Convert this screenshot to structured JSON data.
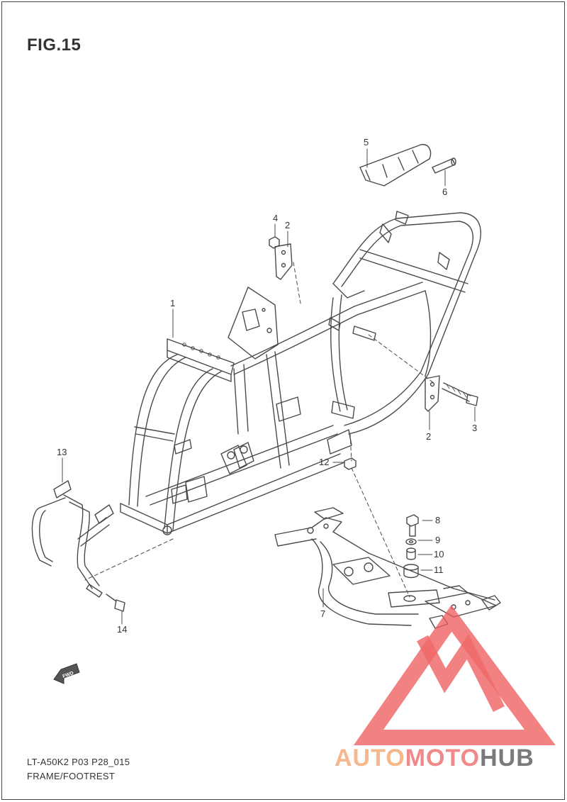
{
  "figure": {
    "title": "FIG.15"
  },
  "callouts": [
    "1",
    "2",
    "2",
    "3",
    "4",
    "5",
    "6",
    "7",
    "8",
    "9",
    "10",
    "11",
    "12",
    "13",
    "14"
  ],
  "footer": {
    "code": "LT-A50K2 P03 P28_015",
    "caption": "FRAME/FOOTREST"
  },
  "direction_badge": {
    "label": "FWD"
  },
  "watermark": {
    "word_a": "AUTO",
    "word_b": "MOTO",
    "word_c": "HUB",
    "colors": {
      "auto": "#f5b88c",
      "moto": "#f1898a",
      "hub": "#7a7a7a",
      "logo": "#ee5a5a"
    }
  },
  "colors": {
    "line": "#4a4a4a"
  }
}
